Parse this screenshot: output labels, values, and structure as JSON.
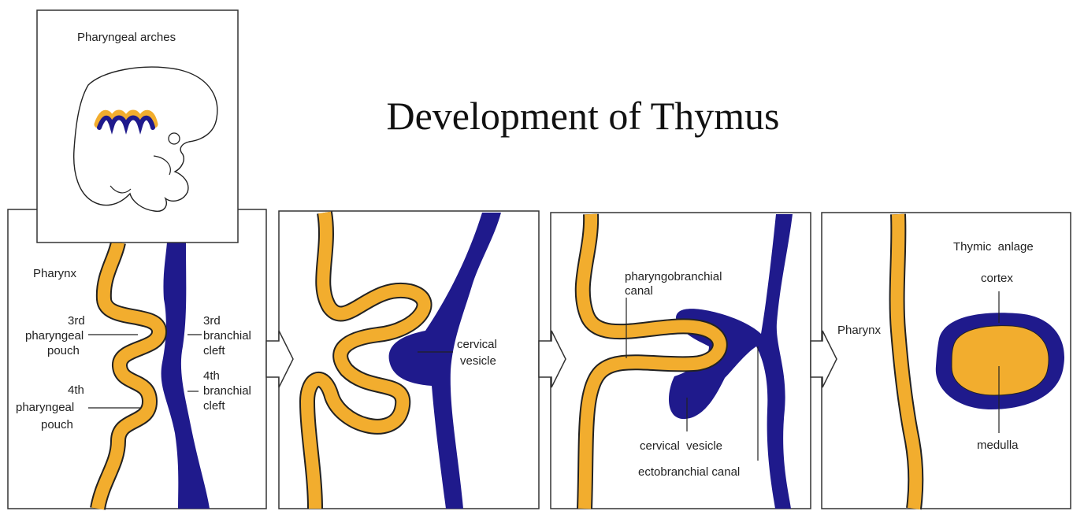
{
  "title": "Development of Thymus",
  "colors": {
    "endoderm": "#f2ad2e",
    "ectoderm": "#1f1a8c",
    "outline": "#222222",
    "panel_border": "#333333"
  },
  "inset": {
    "label": "Pharyngeal arches"
  },
  "panel1": {
    "pharynx": "Pharynx",
    "pouch3_l1": "3rd",
    "pouch3_l2": "pharyngeal",
    "pouch3_l3": "pouch",
    "cleft3_l1": "3rd",
    "cleft3_l2": "branchial",
    "cleft3_l3": "cleft",
    "cleft4_l1": "4th",
    "cleft4_l2": "branchial",
    "cleft4_l3": "cleft",
    "pouch4_l1": "4th",
    "pouch4_l2": "pharyngeal",
    "pouch4_l3": "pouch"
  },
  "panel2": {
    "vesicle_l1": "cervical",
    "vesicle_l2": "vesicle"
  },
  "panel3": {
    "canal_l1": "pharyngobranchial",
    "canal_l2": "canal",
    "vesicle": "cervical  vesicle",
    "ectocanal": "ectobranchial canal"
  },
  "panel4": {
    "pharynx": "Pharynx",
    "anlage": "Thymic  anlage",
    "cortex": "cortex",
    "medulla": "medulla"
  }
}
